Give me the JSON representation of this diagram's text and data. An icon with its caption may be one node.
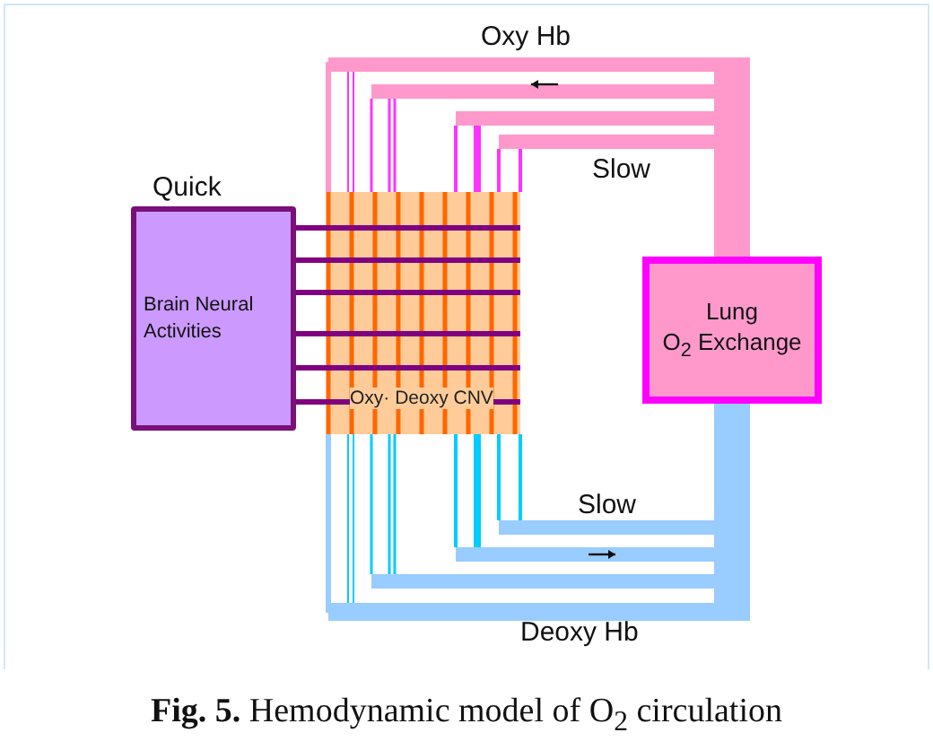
{
  "diagram": {
    "caption": "**Fig. 5.** Hemodynamic model of O$_{2}$ circulation",
    "nodes": [
      {
        "text": [
          "Brain Neural Activities"
        ],
        "beside": [
          "Quick"
        ]
      },
      {
        "text": [
          "Oxy· Deoxy CNV"
        ]
      },
      {
        "text": [
          "Lung",
          "O$_{2}$ Exchange"
        ]
      }
    ],
    "edges": [
      {
        "from": 0,
        "to": 1,
        "arrow": "none",
        "color": "#800080"
      },
      {
        "from": 2,
        "to": 1,
        "arrow": "none",
        "color": "#ff99cc"
      },
      {
        "from": 1,
        "to": 2,
        "arrow": "none",
        "color": "#99ccff"
      }
    ],
    "labels": [
      "Oxy Hb",
      "Slow",
      "Slow",
      "Deoxy Hb"
    ]
  }
}
